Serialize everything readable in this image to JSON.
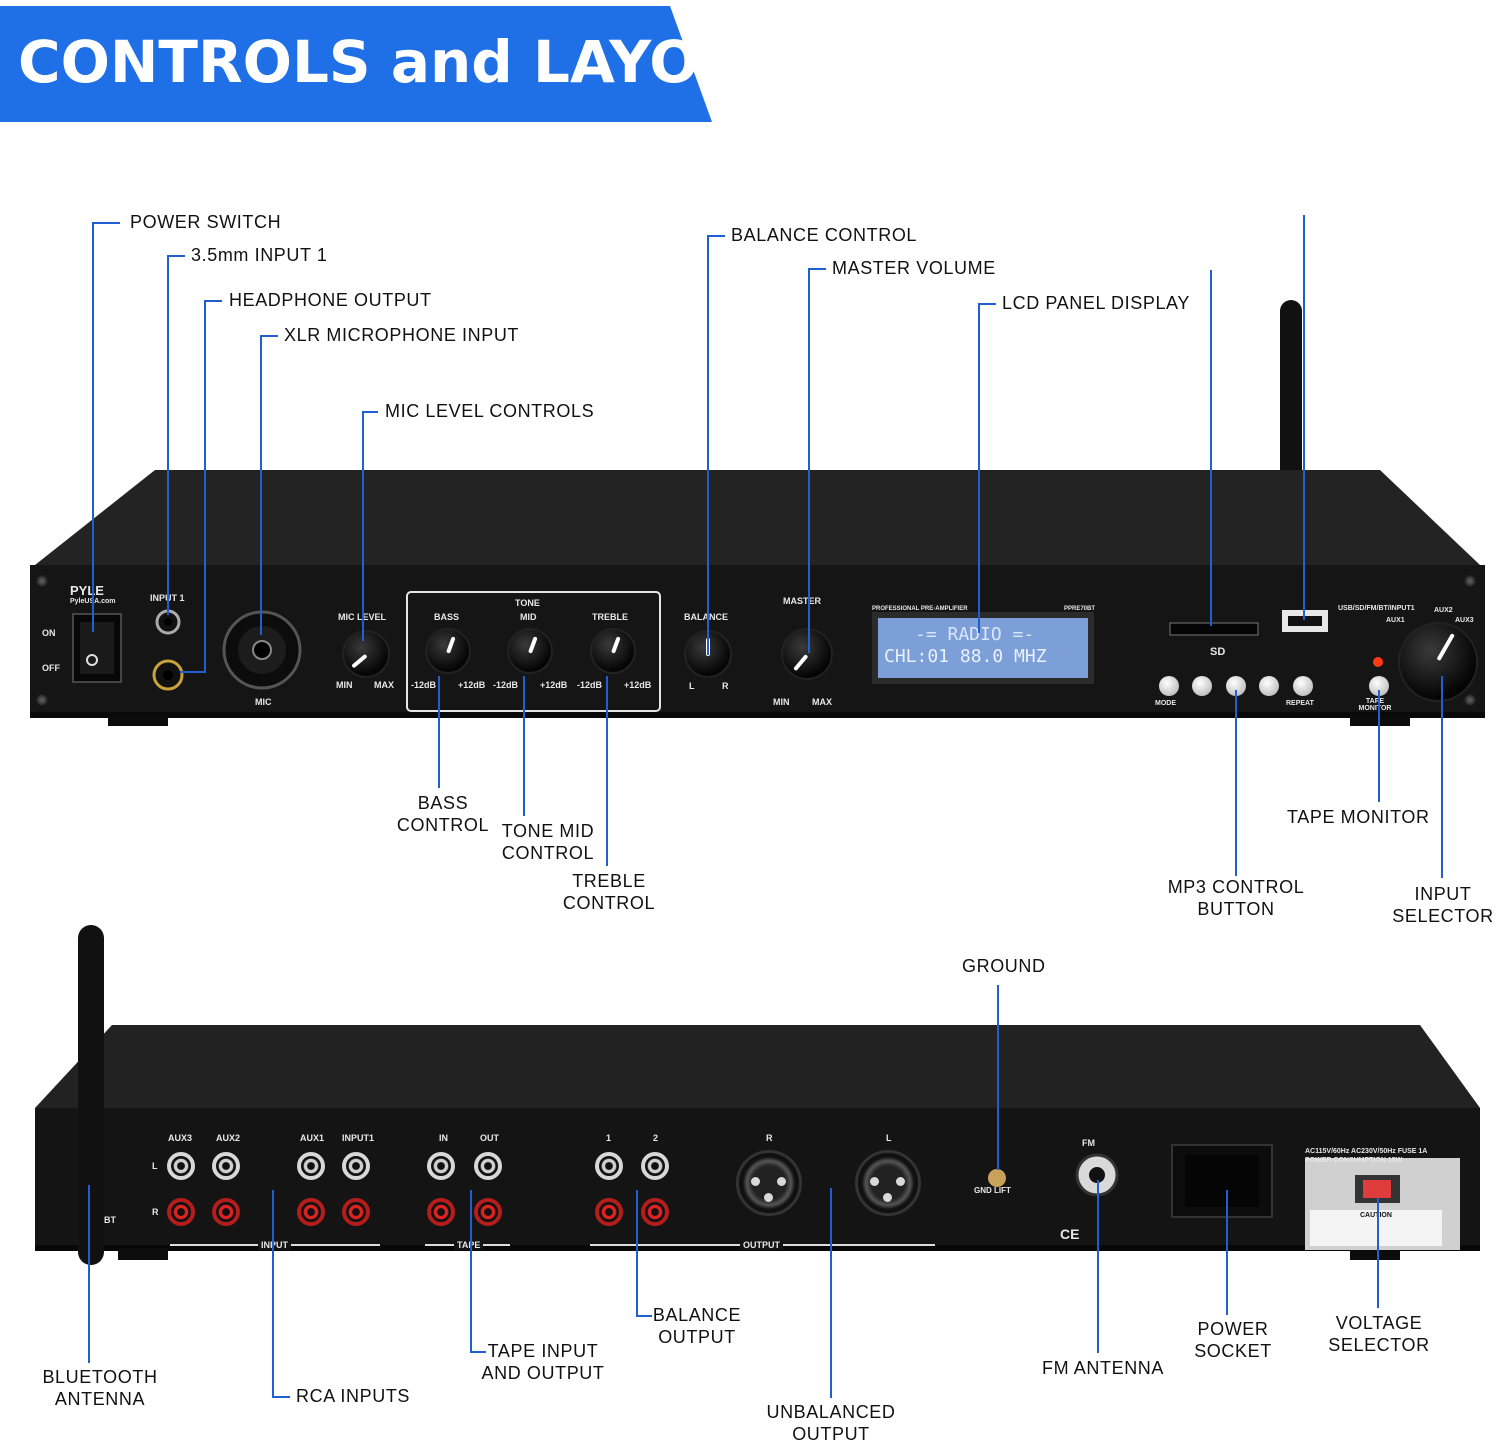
{
  "banner": {
    "title": "CONTROLS and LAYOUT",
    "color": "#1f6fe6"
  },
  "front_callouts": {
    "power_switch": "POWER SWITCH",
    "input1": "3.5mm INPUT 1",
    "headphone": "HEADPHONE OUTPUT",
    "xlr_mic": "XLR MICROPHONE INPUT",
    "mic_level": "MIC LEVEL CONTROLS",
    "balance": "BALANCE CONTROL",
    "master_volume": "MASTER VOLUME",
    "lcd": "LCD PANEL DISPLAY",
    "bass_1": "BASS",
    "bass_2": "CONTROL",
    "tone_mid_1": "TONE MID",
    "tone_mid_2": "CONTROL",
    "treble_1": "TREBLE",
    "treble_2": "CONTROL",
    "tape_monitor": "TAPE MONITOR",
    "mp3_1": "MP3 CONTROL",
    "mp3_2": "BUTTON",
    "input_selector_1": "INPUT",
    "input_selector_2": "SELECTOR"
  },
  "rear_callouts": {
    "ground": "GROUND",
    "bt_antenna_1": "BLUETOOTH",
    "bt_antenna_2": "ANTENNA",
    "rca_inputs": "RCA INPUTS",
    "tape_io_1": "TAPE INPUT",
    "tape_io_2": "AND OUTPUT",
    "balance_output_1": "BALANCE",
    "balance_output_2": "OUTPUT",
    "unbalanced_1": "UNBALANCED",
    "unbalanced_2": "OUTPUT",
    "fm_antenna": "FM ANTENNA",
    "power_socket_1": "POWER",
    "power_socket_2": "SOCKET",
    "voltage_1": "VOLTAGE",
    "voltage_2": "SELECTOR"
  },
  "front_panel": {
    "brand": "PYLE",
    "brand_url": "PyleUSA.com",
    "input1": "INPUT 1",
    "on": "ON",
    "off": "OFF",
    "mic": "MIC",
    "mic_level": "MIC LEVEL",
    "min": "MIN",
    "max": "MAX",
    "tone": "TONE",
    "bass": "BASS",
    "mid": "MID",
    "treble": "TREBLE",
    "minus12": "-12dB",
    "plus12": "+12dB",
    "balance": "BALANCE",
    "l": "L",
    "r": "R",
    "master": "MASTER",
    "pro_preamp": "PROFESSIONAL PRE-AMPLIFIER",
    "model": "PPRE70BT",
    "lcd_line1": "-= RADIO =-",
    "lcd_line2": "CHL:01  88.0 MHZ",
    "sd": "SD",
    "mode": "MODE",
    "repeat": "REPEAT",
    "sources": "USB/SD/FM/BT/INPUT1",
    "aux1": "AUX1",
    "aux2": "AUX2",
    "aux3": "AUX3",
    "tape_monitor": "TAPE MONITOR"
  },
  "rear_panel": {
    "aux3": "AUX3",
    "aux2": "AUX2",
    "aux1": "AUX1",
    "input1": "INPUT1",
    "in": "IN",
    "out": "OUT",
    "one": "1",
    "two": "2",
    "l": "L",
    "r": "R",
    "input": "INPUT",
    "tape": "TAPE",
    "output": "OUTPUT",
    "bt": "BT",
    "fm": "FM",
    "gnd_lift": "GND LIFT",
    "ce": "CE",
    "power_spec_1": "AC115V/60Hz AC230V/50Hz FUSE 1A",
    "power_spec_2": "POWER CONSUMPTION 15W",
    "caution": "CAUTION"
  }
}
